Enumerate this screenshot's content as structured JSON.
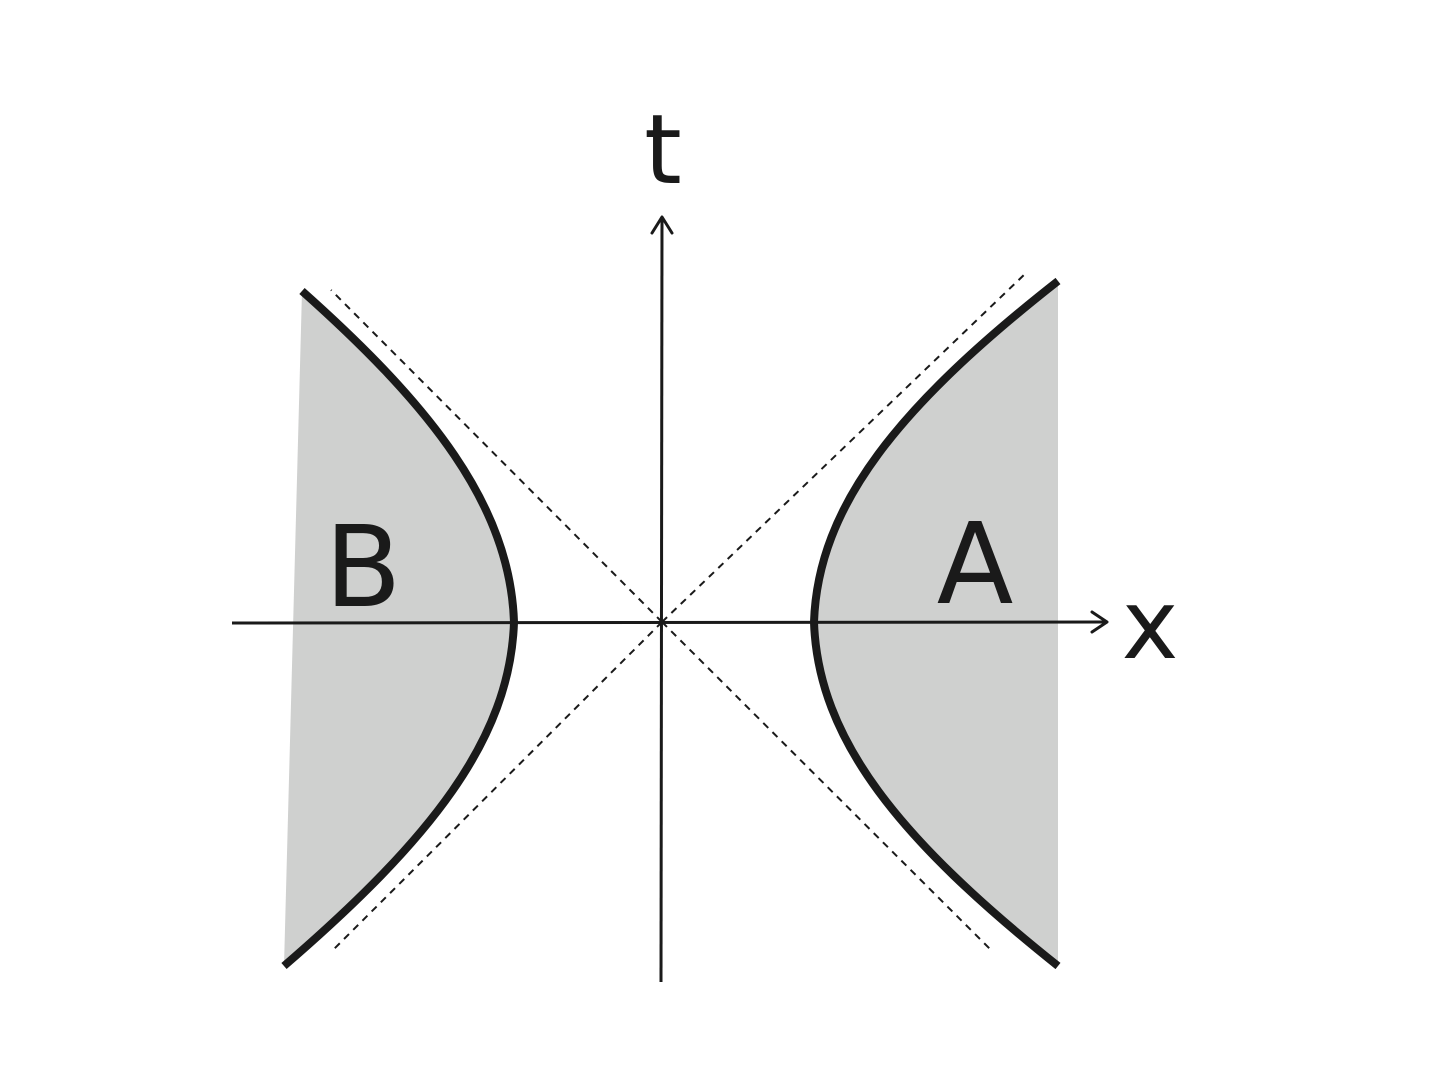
{
  "axes": {
    "time_label": "t",
    "space_label": "x"
  },
  "regions": {
    "right_label": "A",
    "left_label": "B"
  },
  "colors": {
    "region_fill": "#cfd0cf",
    "line": "#1a1a1a",
    "background": "#ffffff"
  }
}
